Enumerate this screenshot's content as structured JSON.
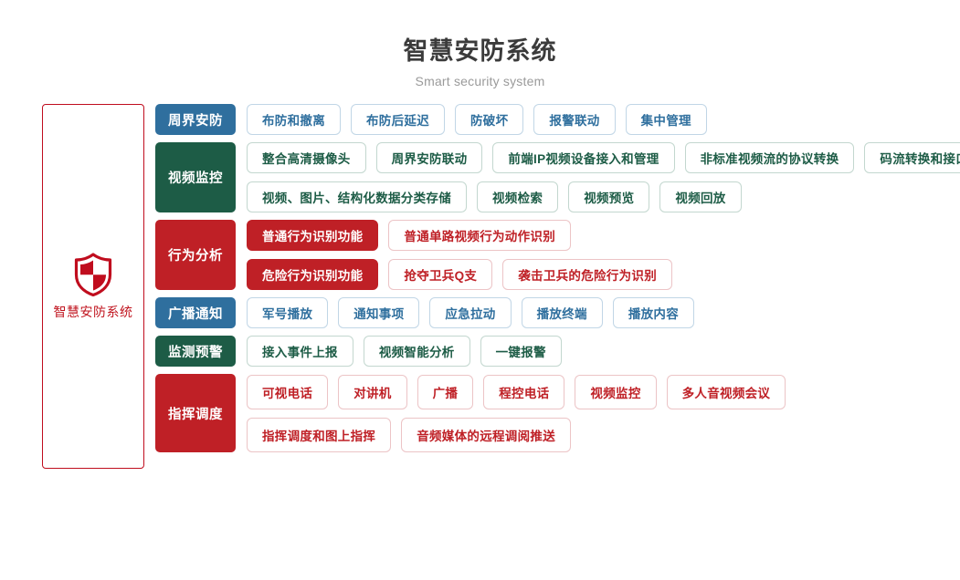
{
  "header": {
    "title": "智慧安防系统",
    "subtitle": "Smart security system"
  },
  "root": {
    "label": "智慧安防系统",
    "icon": "shield-icon",
    "border_color": "#c00d1e",
    "text_color": "#c0151f"
  },
  "colors": {
    "blue": "#2f6f9e",
    "green": "#1d5c46",
    "red": "#bf2026",
    "blue_border": "#c1d6e6",
    "green_border": "#c3d7cf",
    "red_border": "#ecc4c6",
    "title": "#3b3b3b",
    "subtitle": "#9a9a9a"
  },
  "rows": [
    {
      "category": "周界安防",
      "color": "blue",
      "lines": [
        [
          "布防和撤离",
          "布防后延迟",
          "防破坏",
          "报警联动",
          "集中管理"
        ]
      ]
    },
    {
      "category": "视频监控",
      "color": "green",
      "lines": [
        [
          "整合高清摄像头",
          "周界安防联动",
          "前端IP视频设备接入和管理",
          "非标准视频流的协议转换",
          "码流转换和接口转换"
        ],
        [
          "视频、图片、结构化数据分类存储",
          "视频检索",
          "视频预览",
          "视频回放"
        ]
      ]
    },
    {
      "category": "行为分析",
      "color": "red",
      "lines": [
        [
          "普通行为识别功能",
          "普通单路视频行为动作识别"
        ],
        [
          "危险行为识别功能",
          "抢夺卫兵Q支",
          "袭击卫兵的危险行为识别"
        ]
      ]
    },
    {
      "category": "广播通知",
      "color": "blue",
      "lines": [
        [
          "军号播放",
          "通知事项",
          "应急拉动",
          "播放终端",
          "播放内容"
        ]
      ]
    },
    {
      "category": "监测预警",
      "color": "green",
      "lines": [
        [
          "接入事件上报",
          "视频智能分析",
          "一键报警"
        ]
      ]
    },
    {
      "category": "指挥调度",
      "color": "red",
      "lines": [
        [
          "可视电话",
          "对讲机",
          "广播",
          "程控电话",
          "视频监控",
          "多人音视频会议"
        ],
        [
          "指挥调度和图上指挥",
          "音频媒体的远程调阅推送"
        ]
      ]
    }
  ],
  "filled_items": [
    "普通行为识别功能",
    "危险行为识别功能"
  ]
}
